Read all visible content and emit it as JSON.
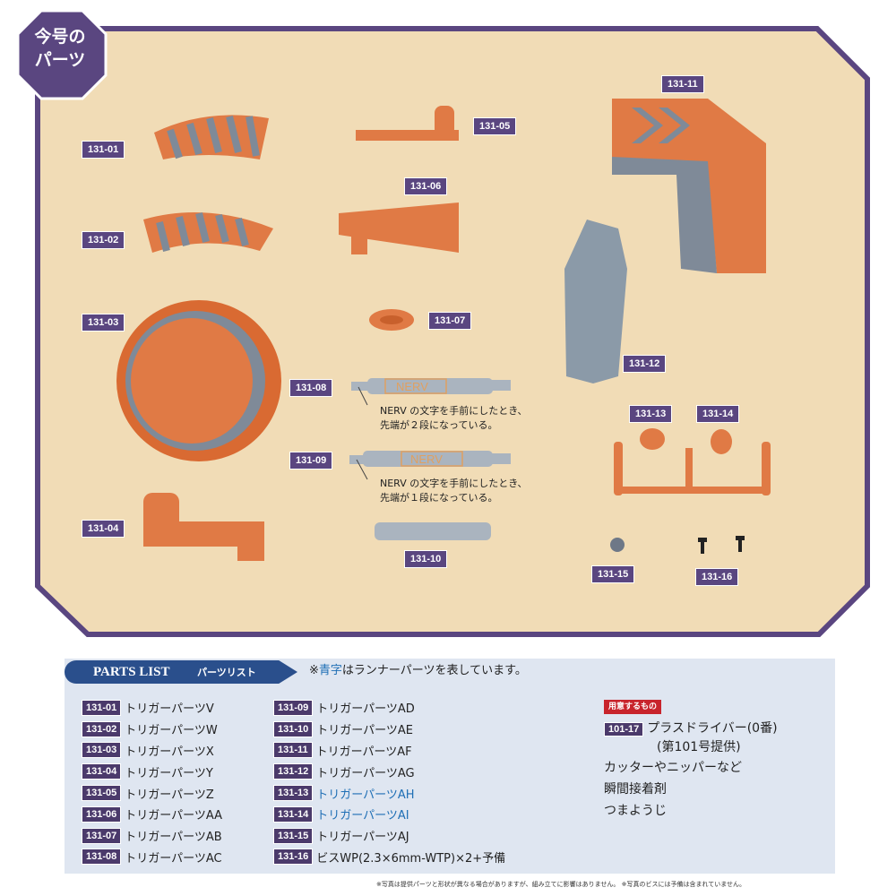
{
  "header": {
    "badge_line1": "今号の",
    "badge_line2": "パーツ"
  },
  "photo": {
    "labels": [
      "131-01",
      "131-02",
      "131-03",
      "131-04",
      "131-05",
      "131-06",
      "131-07",
      "131-08",
      "131-09",
      "131-10",
      "131-11",
      "131-12",
      "131-13",
      "131-14",
      "131-15",
      "131-16"
    ],
    "notes": {
      "n08_line1": "NERV の文字を手前にしたとき、",
      "n08_line2": "先端が２段になっている。",
      "n09_line1": "NERV の文字を手前にしたとき、",
      "n09_line2": "先端が１段になっている。"
    },
    "nerv_text": "NERV"
  },
  "parts_list": {
    "title": "PARTS LIST",
    "subtitle": "パーツリスト",
    "note_prefix": "※",
    "note_blue": "青字",
    "note_suffix": "はランナーパーツを表しています。",
    "col1": [
      {
        "num": "131-01",
        "name": "トリガーパーツV"
      },
      {
        "num": "131-02",
        "name": "トリガーパーツW"
      },
      {
        "num": "131-03",
        "name": "トリガーパーツX"
      },
      {
        "num": "131-04",
        "name": "トリガーパーツY"
      },
      {
        "num": "131-05",
        "name": "トリガーパーツZ"
      },
      {
        "num": "131-06",
        "name": "トリガーパーツAA"
      },
      {
        "num": "131-07",
        "name": "トリガーパーツAB"
      },
      {
        "num": "131-08",
        "name": "トリガーパーツAC"
      }
    ],
    "col2": [
      {
        "num": "131-09",
        "name": "トリガーパーツAD"
      },
      {
        "num": "131-10",
        "name": "トリガーパーツAE"
      },
      {
        "num": "131-11",
        "name": "トリガーパーツAF"
      },
      {
        "num": "131-12",
        "name": "トリガーパーツAG"
      },
      {
        "num": "131-13",
        "name": "トリガーパーツAH"
      },
      {
        "num": "131-14",
        "name": "トリガーパーツAI"
      },
      {
        "num": "131-15",
        "name": "トリガーパーツAJ"
      },
      {
        "num": "131-16",
        "name": "ビスWP(2.3×6mm-WTP)×2+予備"
      }
    ],
    "tools": {
      "badge": "用意するもの",
      "tool_num": "101-17",
      "line1": "プラスドライバー(0番)",
      "line2": "(第101号提供)",
      "line3": "カッターやニッパーなど",
      "line4": "瞬間接着剤",
      "line5": "つまようじ"
    }
  },
  "footnote": "※写真は提供パーツと形状が異なる場合がありますが、組み立てに影響はありません。 ※写真のビスには予備は含まれていません。",
  "colors": {
    "frame": "#5a4680",
    "background": "#f1dcb6",
    "part_orange": "#e07a45",
    "part_gray": "#8b9aa8",
    "list_panel": "#dfe6f1",
    "list_header": "#2a4f8c",
    "runner_blue": "#1f6fb5"
  }
}
